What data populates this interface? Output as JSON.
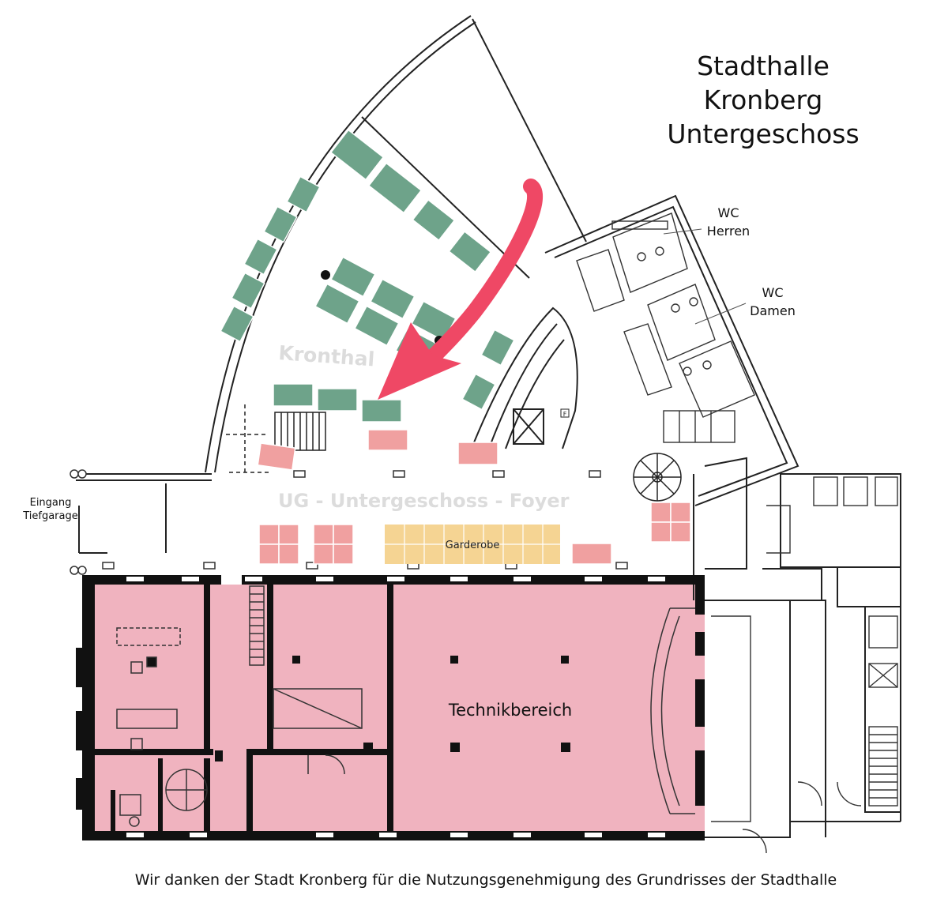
{
  "title": {
    "line1": "Stadthalle",
    "line2": "Kronberg",
    "line3": "Untergeschoss"
  },
  "labels": {
    "kronthal": "Kronthal",
    "foyer": "UG - Untergeschoss - Foyer",
    "garderobe": "Garderobe",
    "technik": "Technikbereich",
    "wc_herren_1": "WC",
    "wc_herren_2": "Herren",
    "wc_damen_1": "WC",
    "wc_damen_2": "Damen",
    "eingang_1": "Eingang",
    "eingang_2": "Tiefgarage",
    "lift_mark": "F"
  },
  "footer": "Wir danken der Stadt Kronberg für die Nutzungsgenehmigung des Grundrisses der Stadthalle",
  "colors": {
    "table_green": "#6ea38a",
    "table_pink": "#f0a0a0",
    "garderobe": "#f5d493",
    "technik": "#f0b3bf",
    "arrow": "#ef4865",
    "wall": "#111111",
    "watermark": "#dcdcdc"
  },
  "icons": {
    "arrow": "direction-arrow-icon"
  }
}
